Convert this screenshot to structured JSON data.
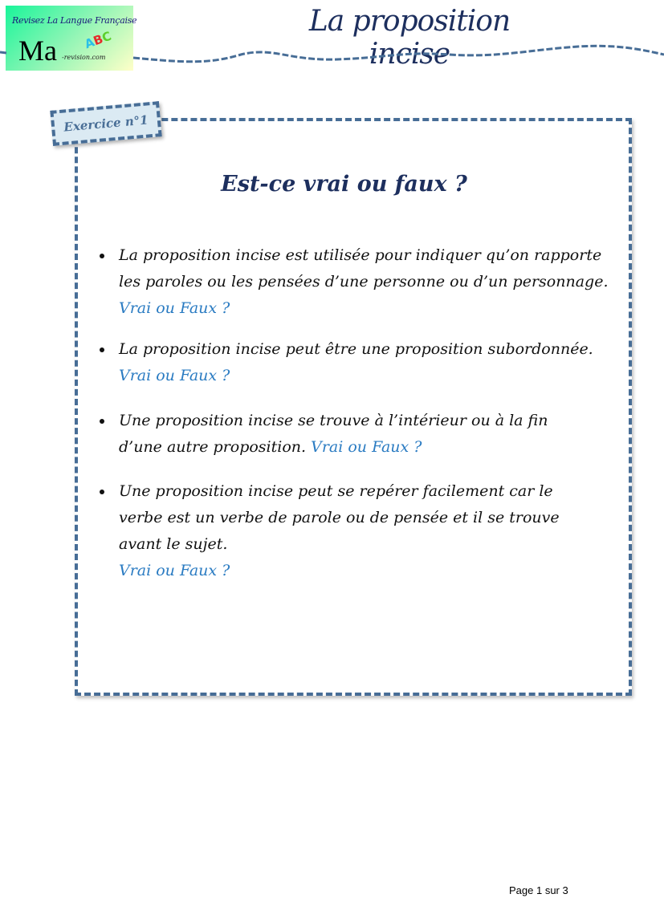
{
  "logo": {
    "tagline": "Revisez La Langue Française",
    "mark": "Ma",
    "site": "-revision.com",
    "abc": "ABC"
  },
  "header": {
    "title": "La proposition incise"
  },
  "exercise": {
    "label": "Exercice n°1",
    "heading": "Est-ce vrai ou faux ?",
    "items": [
      {
        "text": "La proposition incise est utilisée pour indiquer qu’on rapporte les paroles ou les pensées d’une personne ou d’un personnage.",
        "question": "Vrai ou Faux ?"
      },
      {
        "text": "La proposition incise peut être une proposition subordonnée.",
        "question": "Vrai ou Faux ?"
      },
      {
        "text": "Une proposition incise se trouve à l’intérieur ou à la fin d’une autre proposition.",
        "question": "Vrai ou Faux ?"
      },
      {
        "text": "Une proposition incise peut se repérer facilement car le verbe est un verbe de parole ou de pensée et il se trouve avant le sujet.",
        "question": "Vrai ou Faux ?"
      }
    ]
  },
  "footer": {
    "page": "Page 1 sur 3"
  },
  "colors": {
    "navy": "#1d2f5e",
    "dash": "#476d96",
    "question": "#2a7bc2"
  }
}
